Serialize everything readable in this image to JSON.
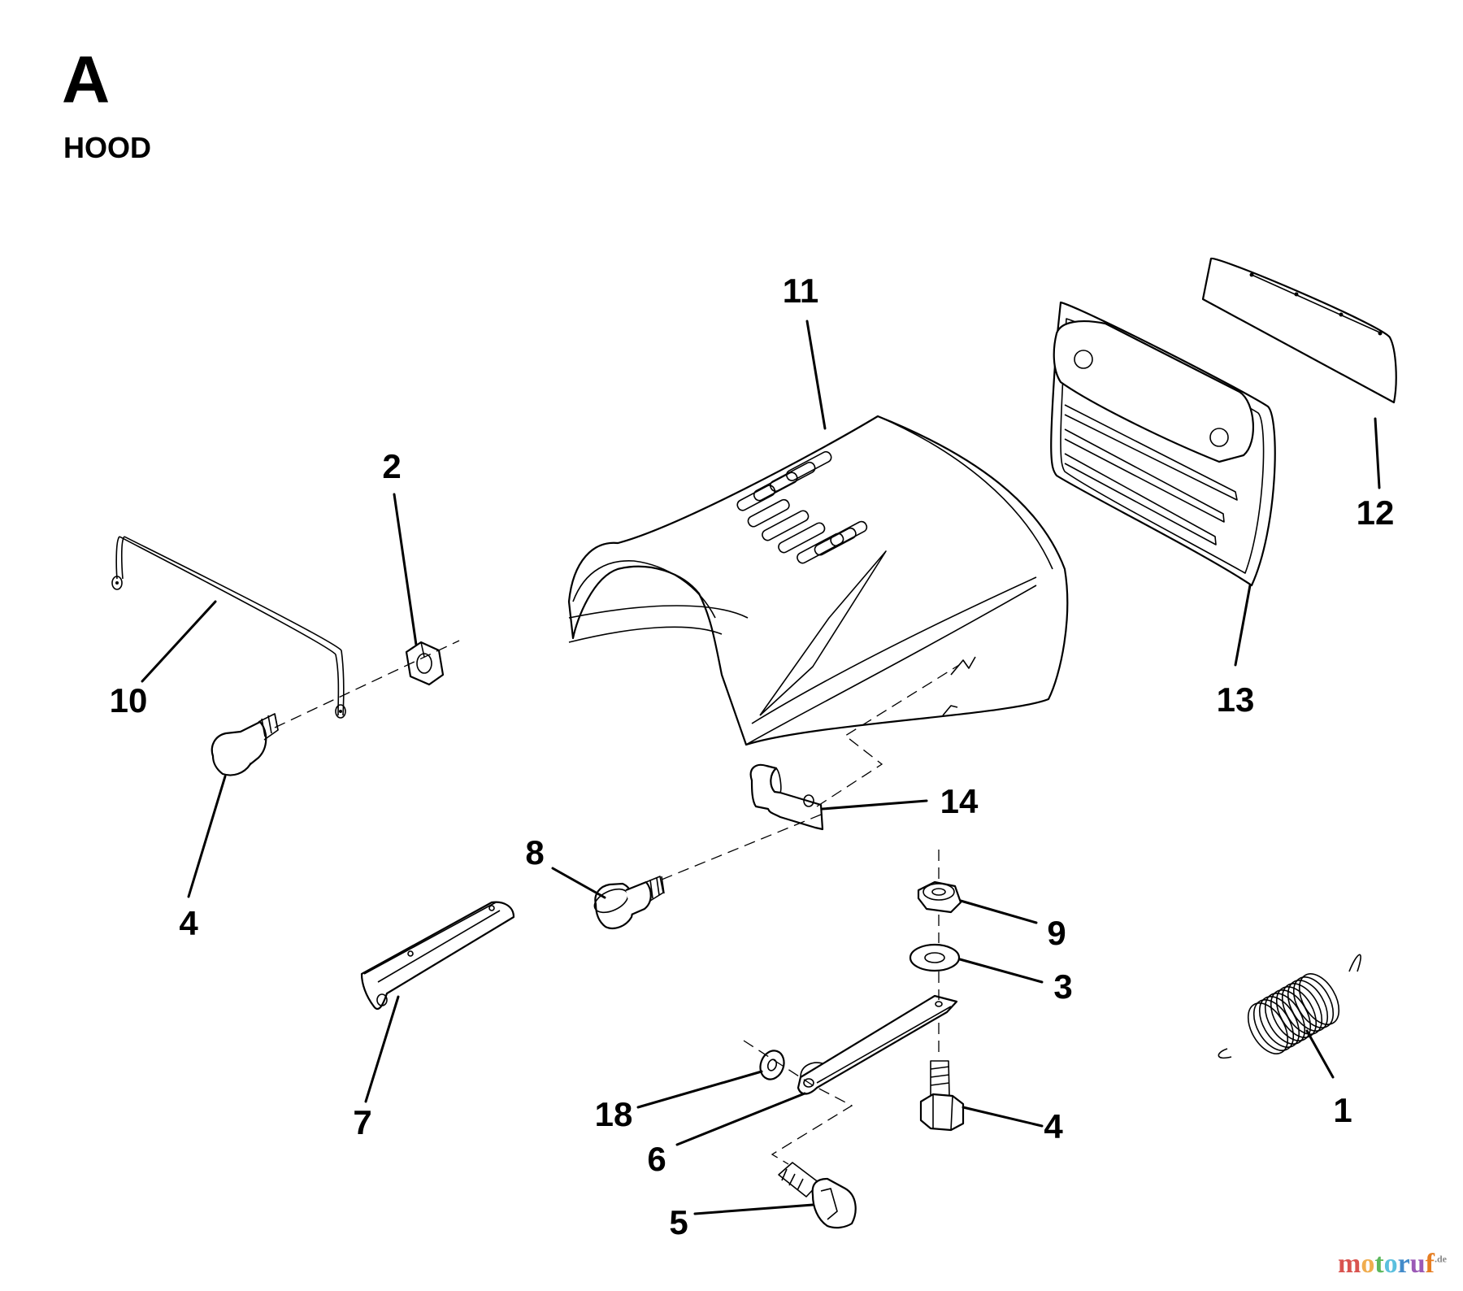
{
  "header": {
    "section_letter": "A",
    "section_title": "HOOD"
  },
  "callouts": [
    {
      "id": "c11",
      "label": "11"
    },
    {
      "id": "c2",
      "label": "2"
    },
    {
      "id": "c10",
      "label": "10"
    },
    {
      "id": "c4a",
      "label": "4"
    },
    {
      "id": "c12",
      "label": "12"
    },
    {
      "id": "c13",
      "label": "13"
    },
    {
      "id": "c14",
      "label": "14"
    },
    {
      "id": "c8",
      "label": "8"
    },
    {
      "id": "c9",
      "label": "9"
    },
    {
      "id": "c3",
      "label": "3"
    },
    {
      "id": "c7",
      "label": "7"
    },
    {
      "id": "c1",
      "label": "1"
    },
    {
      "id": "c18",
      "label": "18"
    },
    {
      "id": "c6",
      "label": "6"
    },
    {
      "id": "c4b",
      "label": "4"
    },
    {
      "id": "c5",
      "label": "5"
    }
  ],
  "watermark": {
    "brand": "motoruf",
    "suffix": ".de",
    "colors": [
      "#d9534f",
      "#f0ad4e",
      "#5cb85c",
      "#5bc0de",
      "#428bca",
      "#9b59b6",
      "#e67e22"
    ]
  }
}
